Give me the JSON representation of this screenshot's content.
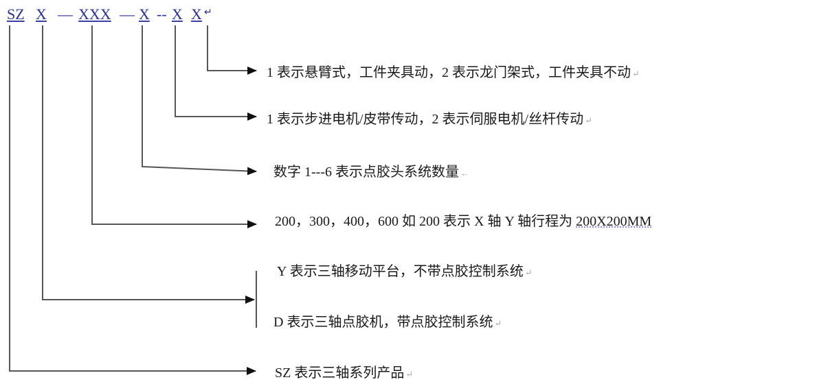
{
  "model_code": {
    "segments": [
      {
        "id": "sz",
        "text": "SZ"
      },
      {
        "id": "x1",
        "text": "X"
      },
      {
        "id": "sep1",
        "text": "—"
      },
      {
        "id": "xxx",
        "text": "XXX"
      },
      {
        "id": "sep2",
        "text": "—"
      },
      {
        "id": "x2",
        "text": "X"
      },
      {
        "id": "sep3",
        "text": "--"
      },
      {
        "id": "x3",
        "text": "X"
      },
      {
        "id": "x4",
        "text": "X"
      }
    ],
    "paragraph_mark": "↵"
  },
  "descriptions": [
    {
      "id": "x4",
      "text": "1 表示悬臂式，工件夹具动，2 表示龙门架式，工件夹具不动",
      "mark": "↵"
    },
    {
      "id": "x3",
      "text": "1 表示步进电机/皮带传动，2 表示伺服电机/丝杆传动",
      "mark": "↵"
    },
    {
      "id": "x2",
      "text": "数字 1---6 表示点胶头系统数量",
      "mark": "←"
    },
    {
      "id": "xxx",
      "text": "200，300，400，600 如 200 表示 X 轴 Y 轴行程为 ",
      "suffix": "200X200MM",
      "mark": ""
    },
    {
      "id": "x1_y",
      "text": "Y 表示三轴移动平台，不带点胶控制系统",
      "mark": "↵"
    },
    {
      "id": "x1_d",
      "text": "D 表示三轴点胶机，带点胶控制系统",
      "mark": "↵"
    },
    {
      "id": "sz",
      "text": "SZ 表示三轴系列产品",
      "mark": "↵"
    }
  ],
  "colors": {
    "code_text": "#2a2f9a",
    "line": "#555555",
    "text": "#1a1a1a"
  }
}
